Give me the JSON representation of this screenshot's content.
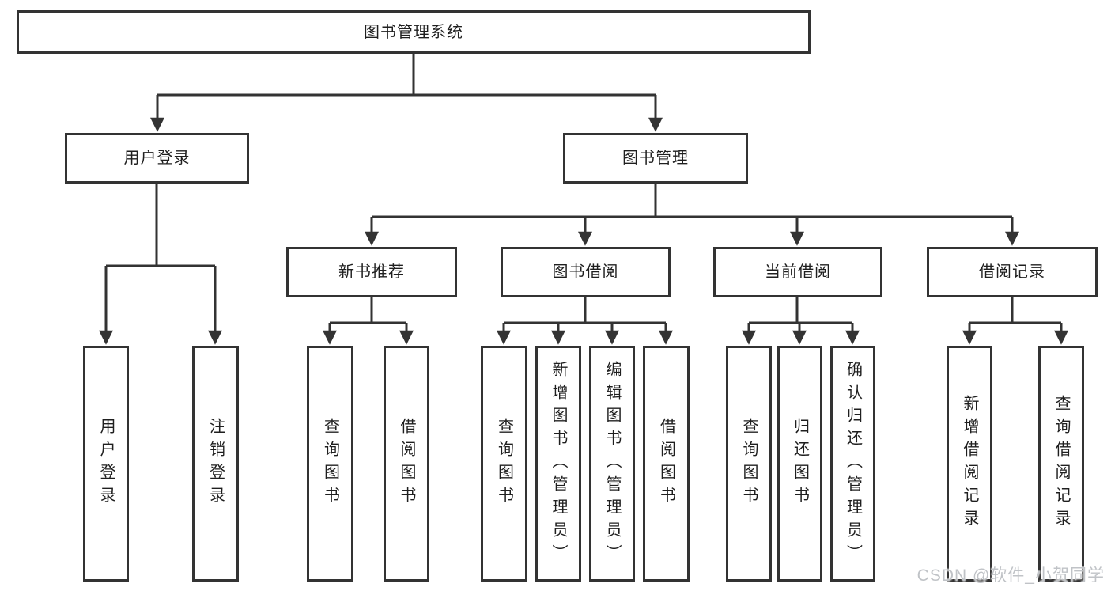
{
  "colors": {
    "line": "#333333",
    "box_border": "#333333",
    "box_fill": "#ffffff",
    "text": "#1f1f1f",
    "watermark": "#c0c3c7",
    "background": "#ffffff"
  },
  "watermark": {
    "text": "CSDN @软件_小贺同学"
  },
  "tree": {
    "root": {
      "label": "图书管理系统"
    },
    "branches": [
      {
        "label": "用户登录",
        "children": [
          {
            "label": "用户登录"
          },
          {
            "label": "注销登录"
          }
        ]
      },
      {
        "label": "图书管理",
        "groups": [
          {
            "label": "新书推荐",
            "children": [
              {
                "label": "查询图书"
              },
              {
                "label": "借阅图书"
              }
            ]
          },
          {
            "label": "图书借阅",
            "children": [
              {
                "label": "查询图书"
              },
              {
                "label": "新增图书（管理员）"
              },
              {
                "label": "编辑图书（管理员）"
              },
              {
                "label": "借阅图书"
              }
            ]
          },
          {
            "label": "当前借阅",
            "children": [
              {
                "label": "查询图书"
              },
              {
                "label": "归还图书"
              },
              {
                "label": "确认归还（管理员）"
              }
            ]
          },
          {
            "label": "借阅记录",
            "children": [
              {
                "label": "新增借阅记录"
              },
              {
                "label": "查询借阅记录"
              }
            ]
          }
        ]
      }
    ]
  }
}
